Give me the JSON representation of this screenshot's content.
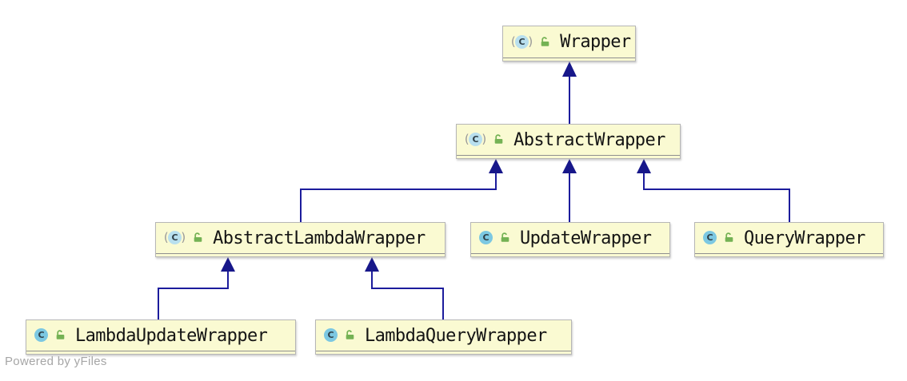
{
  "page": {
    "background": "#ffffff",
    "watermark": "Powered by yFiles"
  },
  "colors": {
    "node_fill": "#FAFAD2",
    "node_border": "#b6b6b6",
    "compartment_separator": "#8f8f8f",
    "edge_navy": "#1c1c9c",
    "arrowhead_navy": "#17178a",
    "abstract_class_icon_fill": "#b8dfee",
    "concrete_class_icon_fill": "#7cc8e2",
    "class_icon_letter": "#2e3e46",
    "lock_green": "#74b254",
    "watermark_gray": "#a6a6a6"
  },
  "diagram": {
    "type": "uml-class-inheritance-diagram",
    "nodes": [
      {
        "id": "wrapper",
        "label": "Wrapper",
        "kind": "abstract class",
        "icons": [
          "abstract-class-icon",
          "unlocked-icon"
        ]
      },
      {
        "id": "abstract-wrapper",
        "label": "AbstractWrapper",
        "kind": "abstract class",
        "icons": [
          "abstract-class-icon",
          "unlocked-icon"
        ]
      },
      {
        "id": "abstract-lambda-wrapper",
        "label": "AbstractLambdaWrapper",
        "kind": "abstract class",
        "icons": [
          "abstract-class-icon",
          "unlocked-icon"
        ]
      },
      {
        "id": "update-wrapper",
        "label": "UpdateWrapper",
        "kind": "class",
        "icons": [
          "class-icon",
          "unlocked-icon"
        ]
      },
      {
        "id": "query-wrapper",
        "label": "QueryWrapper",
        "kind": "class",
        "icons": [
          "class-icon",
          "unlocked-icon"
        ]
      },
      {
        "id": "lambda-update-wrapper",
        "label": "LambdaUpdateWrapper",
        "kind": "class",
        "icons": [
          "class-icon",
          "unlocked-icon"
        ]
      },
      {
        "id": "lambda-query-wrapper",
        "label": "LambdaQueryWrapper",
        "kind": "class",
        "icons": [
          "class-icon",
          "unlocked-icon"
        ]
      }
    ],
    "edges": [
      {
        "from": "AbstractWrapper",
        "to": "Wrapper",
        "type": "inheritance"
      },
      {
        "from": "AbstractLambdaWrapper",
        "to": "AbstractWrapper",
        "type": "inheritance"
      },
      {
        "from": "UpdateWrapper",
        "to": "AbstractWrapper",
        "type": "inheritance"
      },
      {
        "from": "QueryWrapper",
        "to": "AbstractWrapper",
        "type": "inheritance"
      },
      {
        "from": "LambdaUpdateWrapper",
        "to": "AbstractLambdaWrapper",
        "type": "inheritance"
      },
      {
        "from": "LambdaQueryWrapper",
        "to": "AbstractLambdaWrapper",
        "type": "inheritance"
      }
    ]
  }
}
